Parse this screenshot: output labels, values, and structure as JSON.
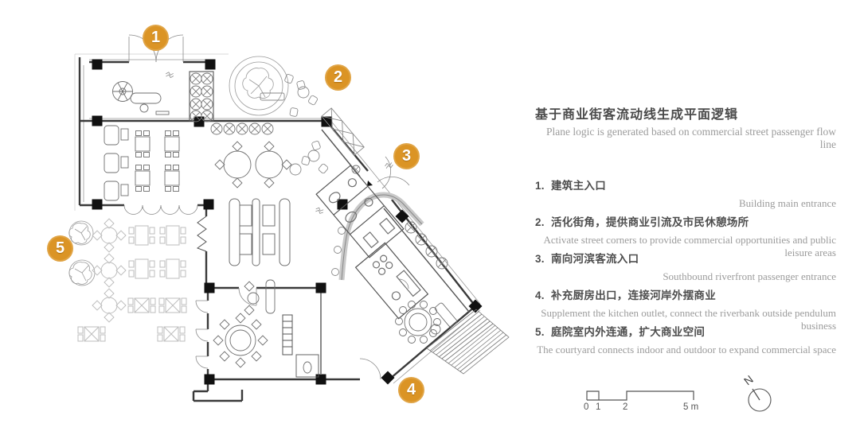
{
  "panel": {
    "title_cn": "基于商业街客流动线生成平面逻辑",
    "title_en": "Plane logic is generated based on commercial street passenger flow line",
    "items": [
      {
        "num": "1.",
        "cn": "建筑主入口",
        "en": "Building main entrance"
      },
      {
        "num": "2.",
        "cn": "活化街角，提供商业引流及市民休憩场所",
        "en": "Activate street corners to provide commercial opportunities and public leisure areas"
      },
      {
        "num": "3.",
        "cn": "南向河滨客流入口",
        "en": "Southbound riverfront passenger entrance"
      },
      {
        "num": "4.",
        "cn": "补充厨房出口，连接河岸外摆商业",
        "en": "Supplement the kitchen outlet, connect the riverbank outside pendulum business"
      },
      {
        "num": "5.",
        "cn": "庭院室内外连通，扩大商业空间",
        "en": "The courtyard connects indoor and outdoor to expand commercial space"
      }
    ]
  },
  "plan": {
    "markers": [
      {
        "n": "1"
      },
      {
        "n": "2"
      },
      {
        "n": "3"
      },
      {
        "n": "4"
      },
      {
        "n": "5"
      }
    ]
  },
  "scale_bar": {
    "labels": [
      "0",
      "1",
      "2",
      "5 m"
    ]
  },
  "north": {
    "label": "N"
  },
  "colors": {
    "marker_orange": "#DB9425",
    "text_dark": "#4a4a4a",
    "text_gray": "#9b9b9b",
    "wall_line": "#3a3a3a",
    "outdoor_furniture": "#bdbdbd"
  }
}
